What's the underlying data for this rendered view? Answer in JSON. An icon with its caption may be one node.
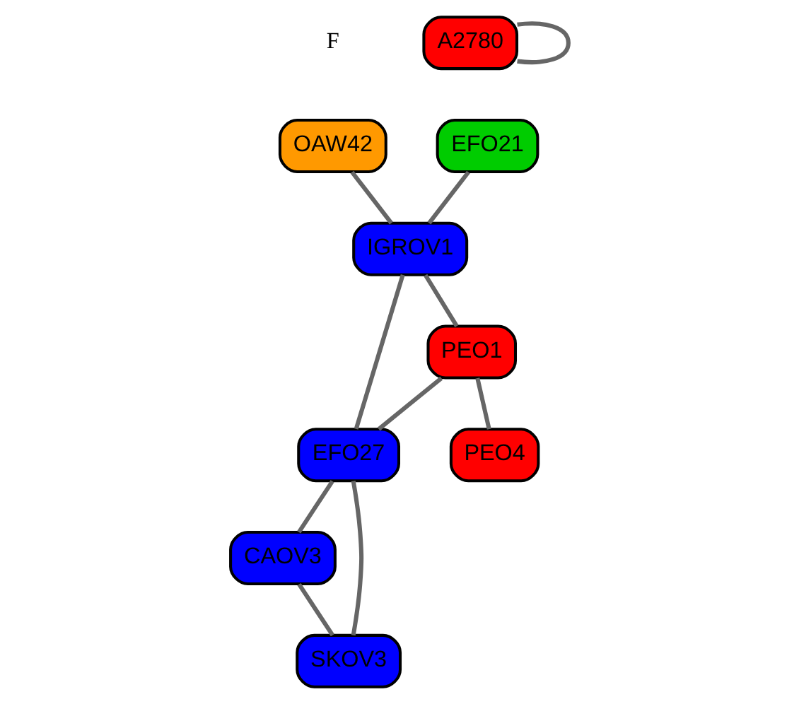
{
  "diagram": {
    "nodes": [
      {
        "text": [
          "OAW42"
        ]
      },
      {
        "text": [
          "EFO21"
        ]
      },
      {
        "text": [
          "IGROV1"
        ]
      },
      {
        "text": [
          "A2780"
        ]
      },
      {
        "text": [
          "PEO1"
        ]
      },
      {
        "text": [
          "EFO27"
        ]
      },
      {
        "text": [
          "CAOV3"
        ]
      },
      {
        "text": [
          "PEO4"
        ]
      },
      {
        "text": [
          "SKOV3"
        ]
      }
    ],
    "edges": [
      {
        "from": 1,
        "to": 2,
        "arrow": "none"
      },
      {
        "from": 0,
        "to": 2,
        "arrow": "none"
      },
      {
        "from": 3,
        "to": 3,
        "arrow": "none"
      },
      {
        "from": 2,
        "to": 4,
        "arrow": "none"
      },
      {
        "from": 2,
        "to": 5,
        "arrow": "none"
      },
      {
        "from": 4,
        "to": 5,
        "arrow": "none"
      },
      {
        "from": 4,
        "to": 7,
        "arrow": "none"
      },
      {
        "from": 5,
        "to": 6,
        "arrow": "none"
      },
      {
        "from": 5,
        "to": 8,
        "arrow": "none"
      },
      {
        "from": 6,
        "to": 8,
        "arrow": "none"
      }
    ],
    "labels": [
      "F"
    ]
  }
}
